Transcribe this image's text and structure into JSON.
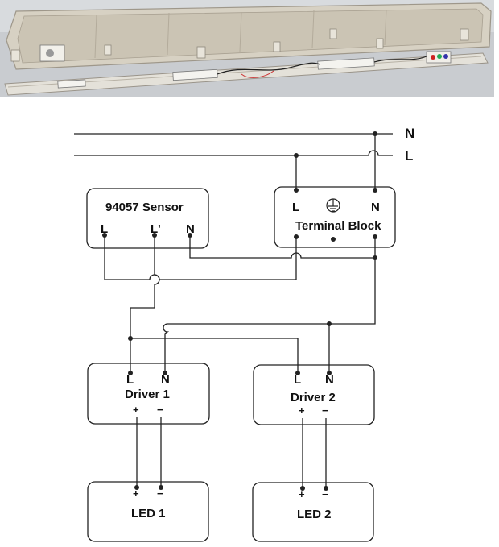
{
  "lines": {
    "neutral": "N",
    "live": "L"
  },
  "sensor": {
    "title": "94057 Sensor",
    "l": "L",
    "lprime": "L'",
    "n": "N"
  },
  "terminal_block": {
    "title": "Terminal Block",
    "l": "L",
    "n": "N",
    "earth_icon": "ground-symbol"
  },
  "driver1": {
    "title": "Driver 1",
    "l": "L",
    "n": "N",
    "plus": "+",
    "minus": "−"
  },
  "driver2": {
    "title": "Driver 2",
    "l": "L",
    "n": "N",
    "plus": "+",
    "minus": "−"
  },
  "led1": {
    "title": "LED 1",
    "plus": "+",
    "minus": "−"
  },
  "led2": {
    "title": "LED 2",
    "plus": "+",
    "minus": "−"
  }
}
